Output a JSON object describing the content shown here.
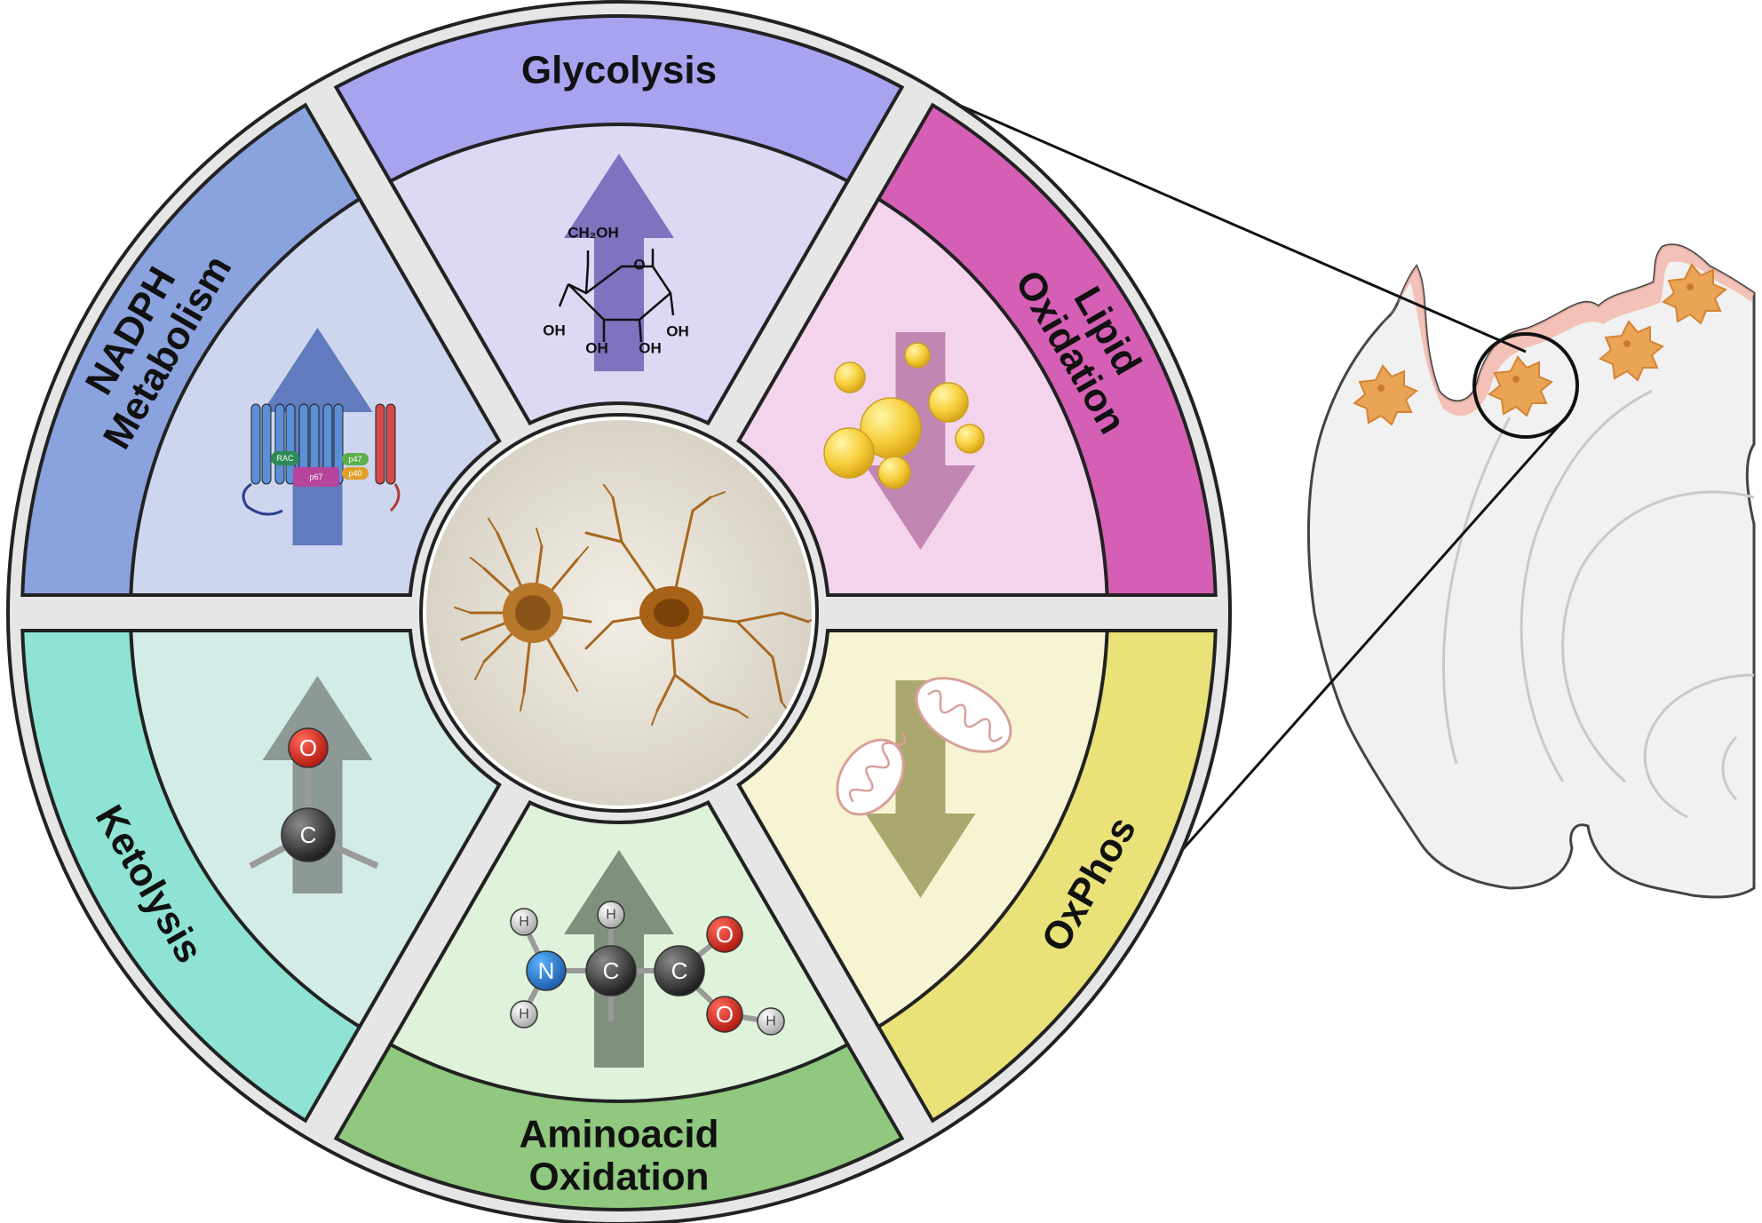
{
  "segments": [
    {
      "id": "glycolysis",
      "lines": [
        "Glycolysis"
      ],
      "trend": "up",
      "band_color": "#a8a3ef",
      "inner_color": "#dcd9f4",
      "arrow_color": "#6e5fb4"
    },
    {
      "id": "lipid",
      "lines": [
        "Lipid",
        "Oxidation"
      ],
      "trend": "down",
      "band_color": "#d65fb6",
      "inner_color": "#f4d4ec",
      "arrow_color": "#b878a8"
    },
    {
      "id": "oxphos",
      "lines": [
        "OxPhos"
      ],
      "trend": "down",
      "band_color": "#e8e279",
      "inner_color": "#f6f4d3",
      "arrow_color": "#9c9a5c"
    },
    {
      "id": "aminoacid",
      "lines": [
        "Aminoacid",
        "Oxidation"
      ],
      "trend": "up",
      "band_color": "#8fc87e",
      "inner_color": "#dff2da",
      "arrow_color": "#6f7f6b"
    },
    {
      "id": "ketolysis",
      "lines": [
        "Ketolysis"
      ],
      "trend": "up",
      "band_color": "#8ee3d4",
      "inner_color": "#d3ece8",
      "arrow_color": "#7f8b85"
    },
    {
      "id": "nadph",
      "lines": [
        "NADPH",
        "Metabolism"
      ],
      "trend": "up",
      "band_color": "#8aa2de",
      "inner_color": "#cdd6ee",
      "arrow_color": "#4d6bb5"
    }
  ],
  "glucose": {
    "ch2oh": "CH₂OH",
    "o": "O",
    "oh": "OH"
  },
  "nox": {
    "rac": "RAC",
    "p67": "p67",
    "p47": "p47",
    "p40": "p40"
  },
  "ketone": {
    "o": "O",
    "c": "C"
  },
  "aminoacid": {
    "n": "N",
    "c": "C",
    "o": "O",
    "h": "H"
  }
}
